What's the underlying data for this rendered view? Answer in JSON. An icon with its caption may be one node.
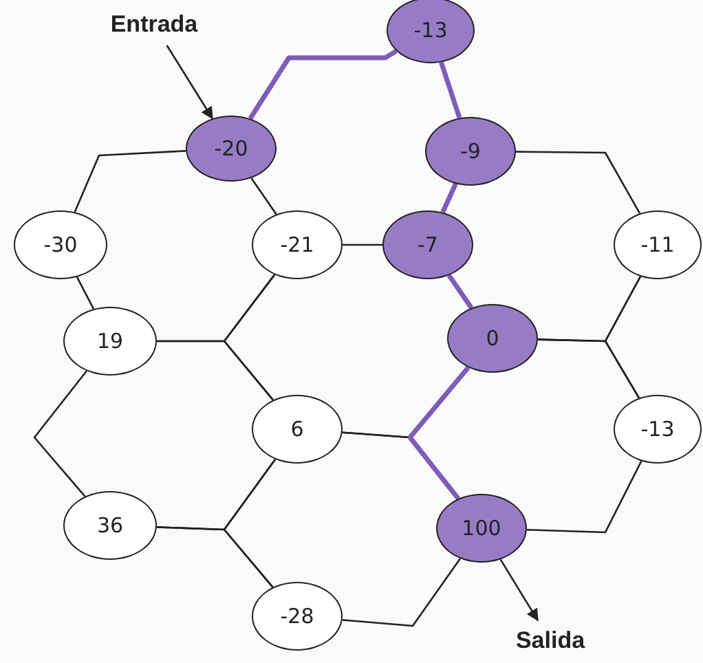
{
  "diagram": {
    "nodes": [
      {
        "text": [
          "Entrada"
        ]
      },
      {
        "text": [
          "-13"
        ]
      },
      {
        "text": [
          "-20"
        ]
      },
      {
        "text": [
          "-9"
        ]
      },
      {
        "text": [
          "-30"
        ]
      },
      {
        "text": [
          "-21"
        ]
      },
      {
        "text": [
          "-7"
        ]
      },
      {
        "text": [
          "-11"
        ]
      },
      {
        "text": [
          "19"
        ]
      },
      {
        "text": [
          "0"
        ]
      },
      {
        "text": [
          "6"
        ]
      },
      {
        "text": [
          "-13"
        ]
      },
      {
        "text": [
          "36"
        ]
      },
      {
        "text": [
          "100"
        ]
      },
      {
        "text": [
          "-28"
        ]
      },
      {
        "text": [
          "Salida"
        ]
      }
    ],
    "edges": [
      {
        "from": 0,
        "to": 2,
        "arrow": "to"
      },
      {
        "from": 2,
        "to": 1,
        "arrow": "none",
        "style": "thick",
        "color": "#7e5cb8"
      },
      {
        "from": 1,
        "to": 3,
        "arrow": "none",
        "style": "thick",
        "color": "#7e5cb8"
      },
      {
        "from": 2,
        "to": 4,
        "arrow": "none"
      },
      {
        "from": 2,
        "to": 5,
        "arrow": "none"
      },
      {
        "from": 3,
        "to": 7,
        "arrow": "none"
      },
      {
        "from": 3,
        "to": 6,
        "arrow": "none",
        "style": "thick",
        "color": "#7e5cb8"
      },
      {
        "from": 5,
        "to": 6,
        "arrow": "none"
      },
      {
        "from": 4,
        "to": 8,
        "arrow": "none"
      },
      {
        "from": 5,
        "to": 8,
        "arrow": "none"
      },
      {
        "from": 5,
        "to": 10,
        "arrow": "none"
      },
      {
        "from": 8,
        "to": 10,
        "arrow": "none"
      },
      {
        "from": 6,
        "to": 9,
        "arrow": "none",
        "style": "thick",
        "color": "#7e5cb8"
      },
      {
        "from": 7,
        "to": 9,
        "arrow": "none"
      },
      {
        "from": 7,
        "to": 11,
        "arrow": "none"
      },
      {
        "from": 9,
        "to": 11,
        "arrow": "none"
      },
      {
        "from": 8,
        "to": 12,
        "arrow": "none"
      },
      {
        "from": 10,
        "to": 9,
        "arrow": "none"
      },
      {
        "from": 10,
        "to": 13,
        "arrow": "none"
      },
      {
        "from": 9,
        "to": 13,
        "arrow": "none",
        "style": "thick",
        "color": "#7e5cb8"
      },
      {
        "from": 10,
        "to": 12,
        "arrow": "none"
      },
      {
        "from": 10,
        "to": 14,
        "arrow": "none"
      },
      {
        "from": 12,
        "to": 14,
        "arrow": "none"
      },
      {
        "from": 14,
        "to": 13,
        "arrow": "none"
      },
      {
        "from": 13,
        "to": 11,
        "arrow": "none"
      },
      {
        "from": 13,
        "to": 15,
        "arrow": "to"
      }
    ]
  }
}
